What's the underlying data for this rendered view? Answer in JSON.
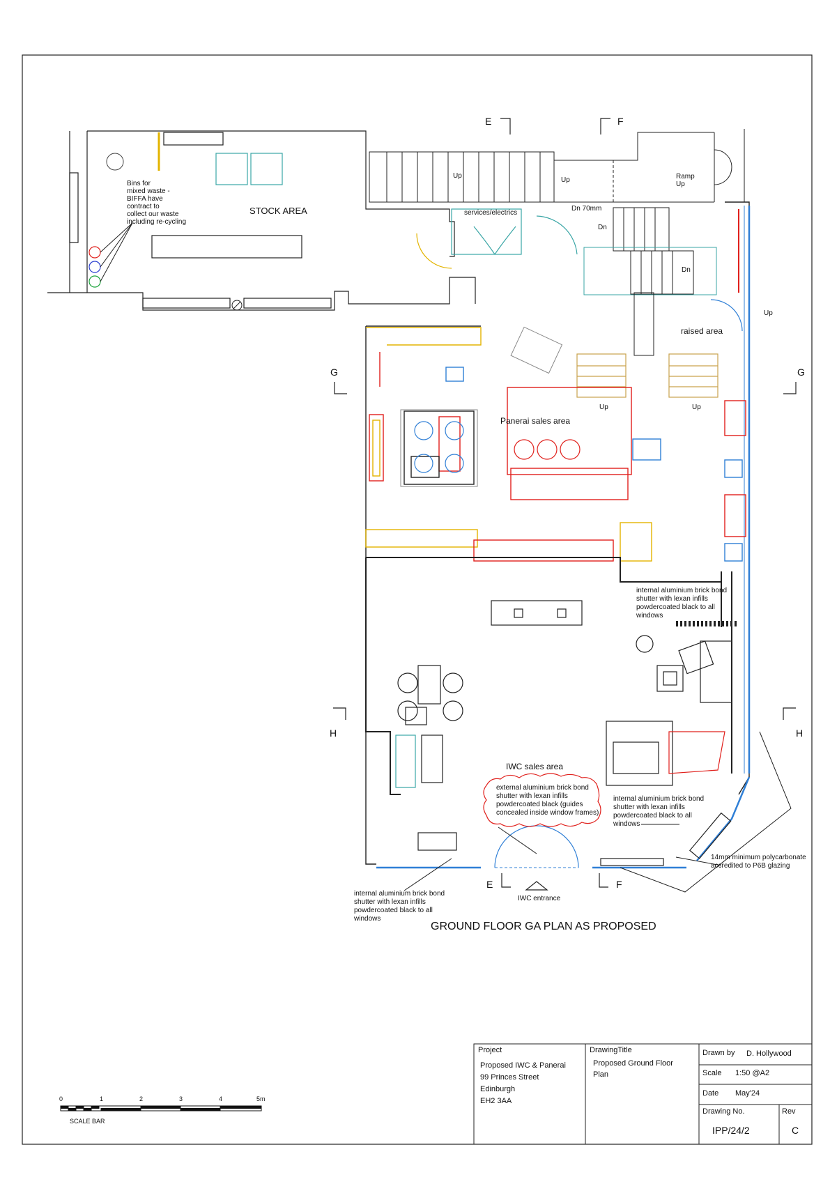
{
  "drawing": {
    "title": "GROUND FLOOR GA PLAN AS PROPOSED",
    "areas": {
      "stock": "STOCK AREA",
      "services": "services/electrics",
      "raised": "raised area",
      "panerai": "Panerai sales area",
      "iwc": "IWC sales area",
      "iwc_entrance": "IWC entrance"
    },
    "notes": {
      "bins": [
        "Bins for",
        "mixed waste -",
        "BIFFA have",
        "contract to",
        "collect our waste",
        "including re-cycling"
      ],
      "ramp": [
        "Ramp",
        "Up"
      ],
      "dn70": "Dn 70mm",
      "up": "Up",
      "dn": "Dn",
      "shutter_internal": [
        "internal aluminium brick bond",
        "shutter with lexan infills",
        "powdercoated black to all",
        "windows"
      ],
      "shutter_external": [
        "external aluminium brick bond",
        "shutter with lexan infills",
        "powdercoated black (guides",
        "concealed inside window frames)"
      ],
      "polycarbonate": [
        "14mm minimum polycarbonate",
        "accredited to P6B glazing"
      ]
    },
    "sections": {
      "e": "E",
      "f": "F",
      "g": "G",
      "h": "H"
    }
  },
  "scale_bar": {
    "ticks": [
      "0",
      "1",
      "2",
      "3",
      "4",
      "5m"
    ],
    "label": "SCALE BAR"
  },
  "title_block": {
    "project_label": "Project",
    "project_lines": [
      "Proposed IWC & Panerai",
      "99 Princes Street",
      "Edinburgh",
      "EH2 3AA"
    ],
    "drawing_title_label": "DrawingTitle",
    "drawing_title_lines": [
      "Proposed Ground Floor",
      "Plan"
    ],
    "drawn_by_label": "Drawn by",
    "drawn_by": "D. Hollywood",
    "scale_label": "Scale",
    "scale": "1:50 @A2",
    "date_label": "Date",
    "date": "May'24",
    "drawing_no_label": "Drawing No.",
    "drawing_no": "IPP/24/2",
    "rev_label": "Rev",
    "rev": "C"
  },
  "colors": {
    "line": "#222222",
    "red": "#e0201c",
    "yellow": "#e3b400",
    "cyan": "#3aa6a6",
    "blue": "#2f7fd6"
  }
}
